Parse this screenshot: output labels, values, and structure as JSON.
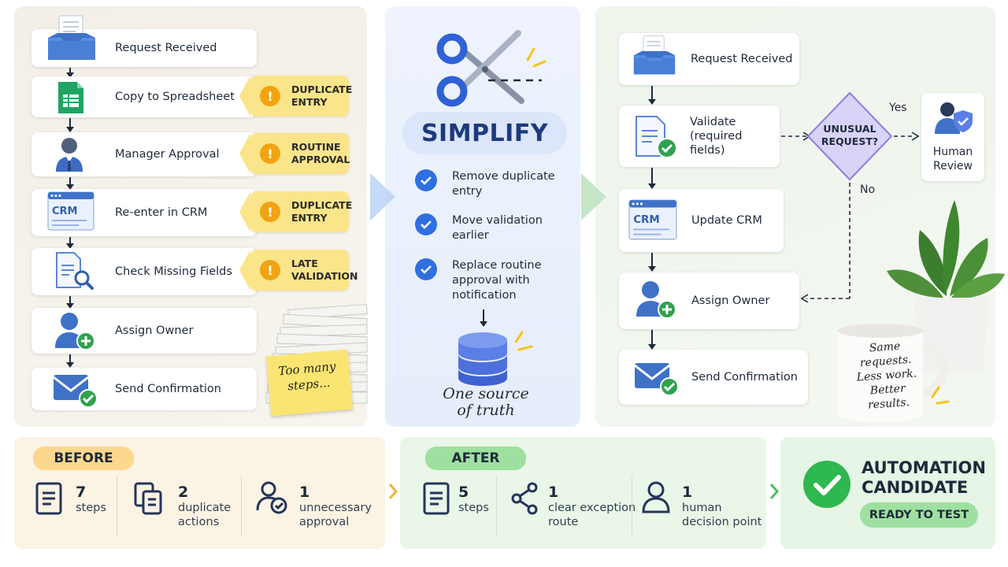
{
  "before_flow": {
    "steps": [
      {
        "label": "Request Received",
        "icon": "inbox-tray-icon"
      },
      {
        "label": "Copy to Spreadsheet",
        "icon": "spreadsheet-icon",
        "flag": "DUPLICATE ENTRY"
      },
      {
        "label": "Manager Approval",
        "icon": "manager-icon",
        "flag": "ROUTINE APPROVAL"
      },
      {
        "label": "Re-enter in CRM",
        "icon": "crm-window-icon",
        "flag": "DUPLICATE ENTRY"
      },
      {
        "label": "Check Missing Fields",
        "icon": "document-search-icon",
        "flag": "LATE VALIDATION"
      },
      {
        "label": "Assign Owner",
        "icon": "user-add-icon"
      },
      {
        "label": "Send Confirmation",
        "icon": "envelope-check-icon"
      }
    ],
    "flags": [
      {
        "line1": "DUPLICATE",
        "line2": "ENTRY"
      },
      {
        "line1": "ROUTINE",
        "line2": "APPROVAL"
      },
      {
        "line1": "DUPLICATE",
        "line2": "ENTRY"
      },
      {
        "line1": "LATE",
        "line2": "VALIDATION"
      }
    ],
    "sticky_note": {
      "line1": "Too many",
      "line2": "steps..."
    }
  },
  "simplify": {
    "title": "SIMPLIFY",
    "items": [
      {
        "line1": "Remove duplicate",
        "line2": "entry",
        "line3": ""
      },
      {
        "line1": "Move validation",
        "line2": "earlier",
        "line3": ""
      },
      {
        "line1": "Replace routine",
        "line2": "approval with",
        "line3": "notification"
      }
    ],
    "source": {
      "line1": "One source",
      "line2": "of truth"
    }
  },
  "after_flow": {
    "steps": [
      {
        "label": "Request Received",
        "sub": "",
        "icon": "inbox-tray-icon"
      },
      {
        "label": "Validate",
        "sub": "(required fields)",
        "icon": "document-check-icon"
      },
      {
        "label": "Update CRM",
        "sub": "",
        "icon": "crm-window-icon"
      },
      {
        "label": "Assign Owner",
        "sub": "",
        "icon": "user-add-icon"
      },
      {
        "label": "Send Confirmation",
        "sub": "",
        "icon": "envelope-check-icon"
      }
    ],
    "decision": {
      "line1": "UNUSUAL",
      "line2": "REQUEST?",
      "yes": "Yes",
      "no": "No"
    },
    "human_review": {
      "line1": "Human",
      "line2": "Review"
    },
    "mug_note": {
      "line1": "Same",
      "line2": "requests.",
      "line3": "Less work.",
      "line4": "Better results."
    }
  },
  "summary": {
    "before": {
      "label": "BEFORE",
      "metrics": [
        {
          "num": "7",
          "line1": "steps",
          "line2": "",
          "icon": "checklist-icon"
        },
        {
          "num": "2",
          "line1": "duplicate",
          "line2": "actions",
          "icon": "copy-icon"
        },
        {
          "num": "1",
          "line1": "unnecessary",
          "line2": "approval",
          "icon": "user-check-icon"
        }
      ]
    },
    "after": {
      "label": "AFTER",
      "metrics": [
        {
          "num": "5",
          "line1": "steps",
          "line2": "",
          "icon": "checklist-icon"
        },
        {
          "num": "1",
          "line1": "clear exception",
          "line2": "route",
          "icon": "share-route-icon"
        },
        {
          "num": "1",
          "line1": "human",
          "line2": "decision point",
          "icon": "user-icon"
        }
      ]
    },
    "result": {
      "line1": "AUTOMATION",
      "line2": "CANDIDATE",
      "badge": "READY TO TEST"
    }
  },
  "colors": {
    "flag_yellow": "#fbe58a",
    "check_blue": "#2f6fe0",
    "before_orange": "#fcd88e",
    "after_green": "#9fe0a0",
    "result_green": "#2fb84f",
    "decision_purple": "#d9d3f8"
  }
}
